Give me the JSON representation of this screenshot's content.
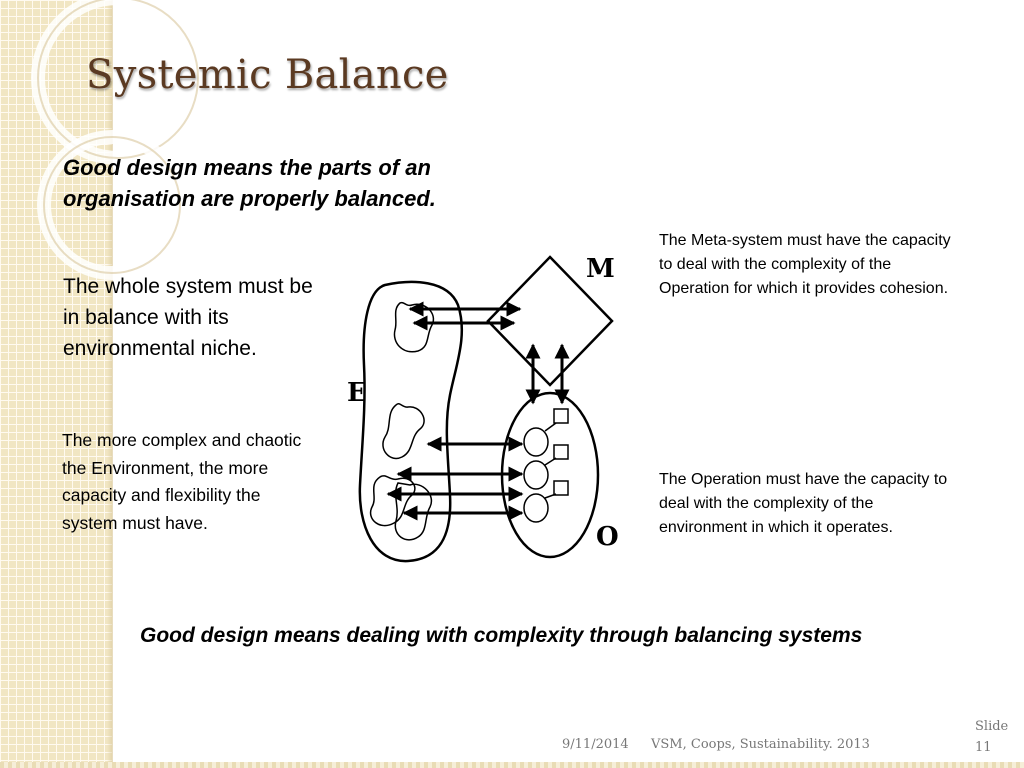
{
  "slide": {
    "title": "Systemic Balance",
    "intro": "Good design means the parts of an organisation are properly balanced.",
    "whole_system": "The whole system must be in balance with its environmental niche.",
    "complexity_note": "The more complex and chaotic the Environment, the more capacity and flexibility the system must have.",
    "meta_note": "The Meta-system must have the capacity to deal with the complexity of the Operation for which it provides cohesion.",
    "operation_note": "The Operation must have the capacity to deal with the complexity of the environment in which it operates.",
    "conclusion": "Good design means dealing with complexity through balancing systems"
  },
  "diagram": {
    "label_m": "M",
    "label_e": "E",
    "label_o": "O"
  },
  "footer": {
    "date": "9/11/2014",
    "text": "VSM, Coops, Sustainability. 2013",
    "slide_number": "Slide 11"
  },
  "colors": {
    "title": "#5b3a22",
    "band": "#f1e6c3",
    "footer_text": "#777777"
  }
}
